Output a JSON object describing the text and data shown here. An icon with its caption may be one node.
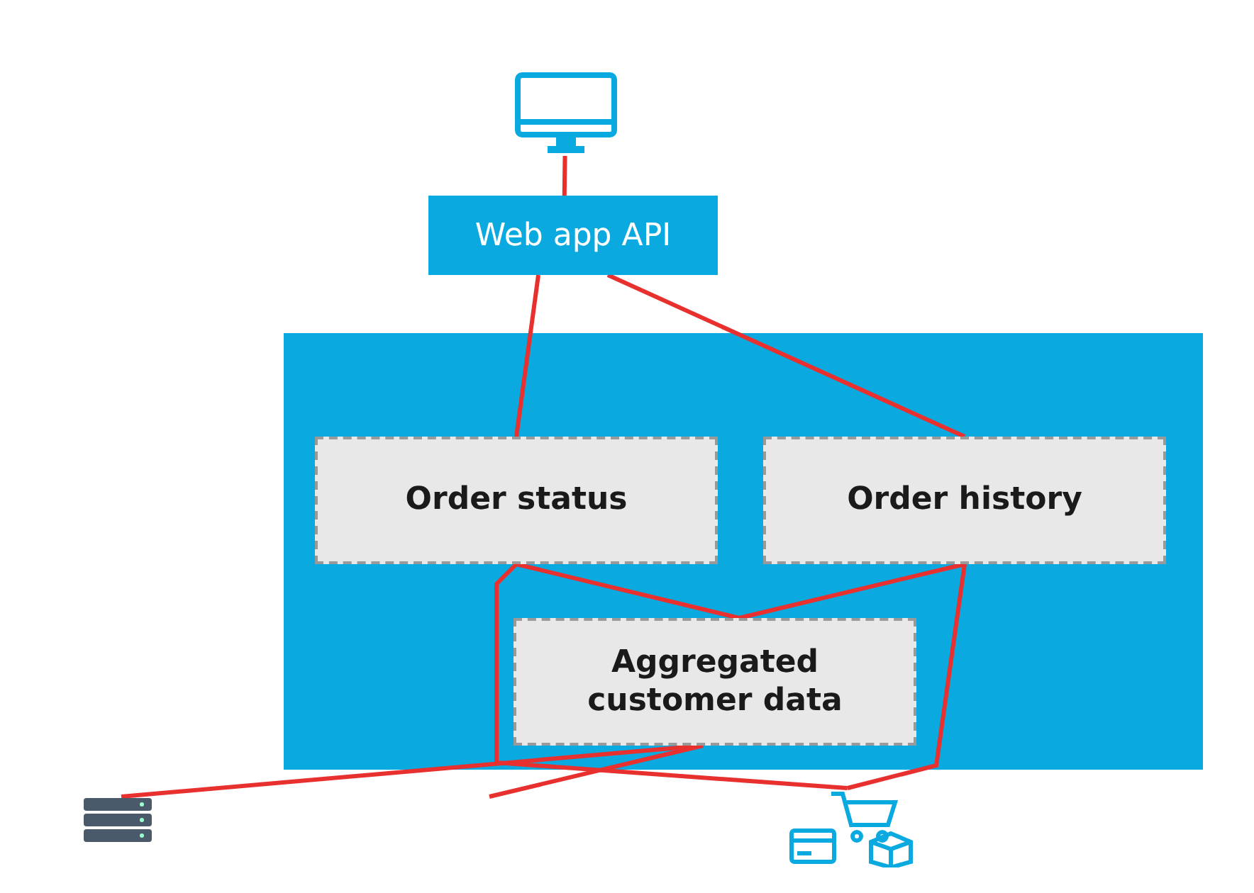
{
  "diagram": {
    "nodes": [
      {
        "text": [],
        "shape": "monitor"
      },
      {
        "text": [
          "Web app API"
        ]
      },
      {
        "text": [],
        "shape": "box"
      },
      {
        "text": [
          "Order status"
        ],
        "in": 2
      },
      {
        "text": [
          "Order history"
        ],
        "in": 2
      },
      {
        "text": [
          "Aggregated customer data"
        ],
        "in": 2
      },
      {
        "text": [],
        "shape": "server"
      },
      {
        "text": [],
        "shape": "cart"
      }
    ],
    "edges": [
      {
        "from": 0,
        "to": 1,
        "arrow": "none",
        "color": "#e8312f"
      },
      {
        "from": 1,
        "to": 3,
        "arrow": "none",
        "color": "#e8312f"
      },
      {
        "from": 1,
        "to": 4,
        "arrow": "none",
        "color": "#e8312f"
      },
      {
        "from": 3,
        "to": 5,
        "arrow": "none",
        "color": "#e8312f"
      },
      {
        "from": 4,
        "to": 5,
        "arrow": "none",
        "color": "#e8312f"
      },
      {
        "from": 3,
        "to": 7,
        "arrow": "none",
        "color": "#e8312f"
      },
      {
        "from": 4,
        "to": 7,
        "arrow": "none",
        "color": "#e8312f"
      },
      {
        "from": 5,
        "to": 6,
        "arrow": "none",
        "color": "#e8312f"
      },
      {
        "from": 5,
        "to": null,
        "arrow": "none",
        "color": "#e8312f"
      }
    ]
  }
}
